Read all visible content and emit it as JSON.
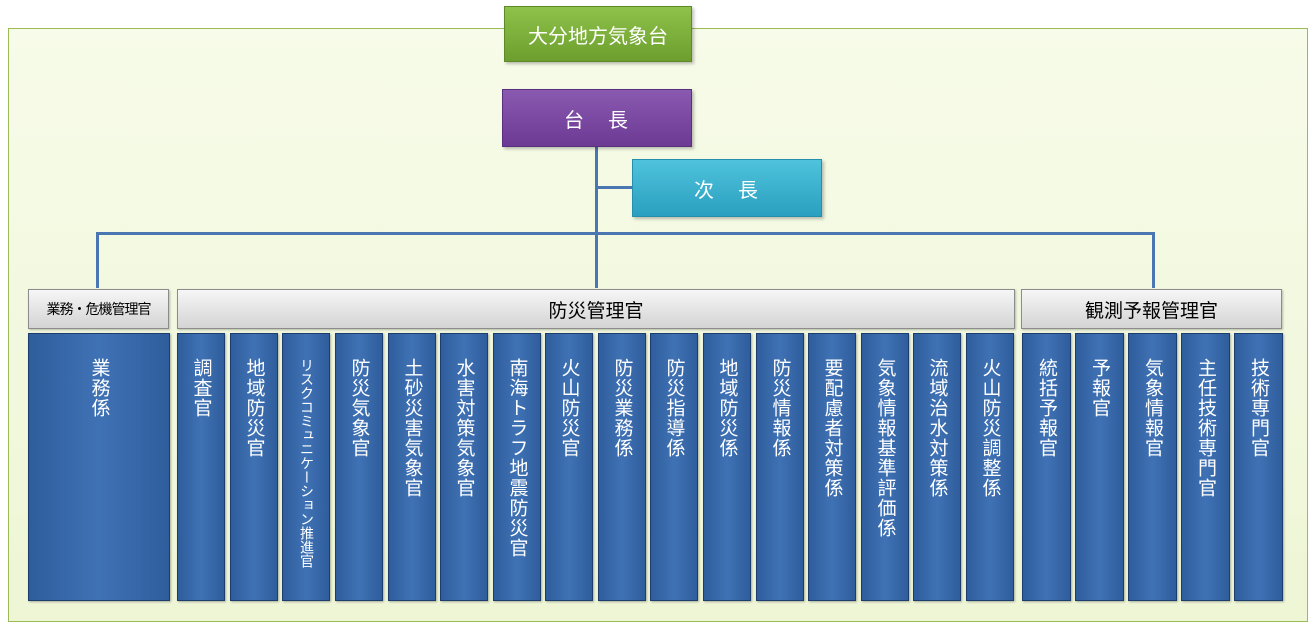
{
  "title": "大分地方気象台",
  "chief": "台　長",
  "deputy": "次　長",
  "divisions": {
    "left": "業務・危機管理官",
    "center": "防災管理官",
    "right": "観測予報管理官"
  },
  "units": [
    "業務係",
    "調査官",
    "地域防災官",
    "リスクコミュニケーション推進官",
    "防災気象官",
    "土砂災害気象官",
    "水害対策気象官",
    "南海トラフ地震防災官",
    "火山防災官",
    "防災業務係",
    "防災指導係",
    "地域防災係",
    "防災情報係",
    "要配慮者対策係",
    "気象情報基準評価係",
    "流域治水対策係",
    "火山防災調整係",
    "統括予報官",
    "予報官",
    "気象情報官",
    "主任技術専門官",
    "技術専門官"
  ]
}
